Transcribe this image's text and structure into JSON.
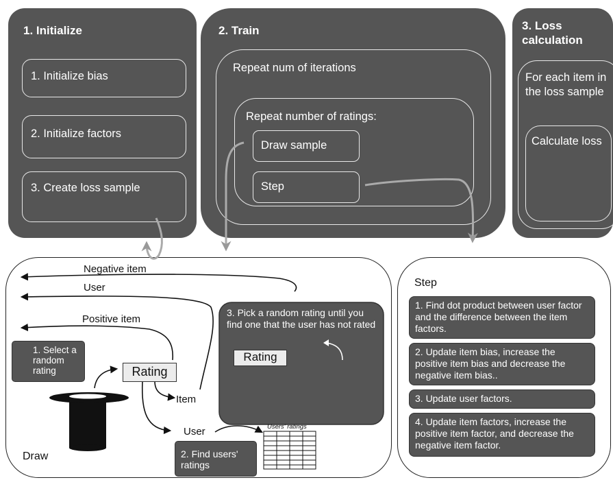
{
  "initialize": {
    "title": "1. Initialize",
    "steps": [
      "1. Initialize bias",
      "2. Initialize factors",
      "3. Create loss sample"
    ]
  },
  "train": {
    "title": "2. Train",
    "outer_loop": "Repeat num of iterations",
    "inner_loop": "Repeat number of ratings:",
    "draw_sample": "Draw sample",
    "step": "Step"
  },
  "loss": {
    "title": "3. Loss calculation",
    "loop": "For each item in the loss sample",
    "calc": "Calculate loss"
  },
  "draw": {
    "label": "Draw",
    "negative_item": "Negative item",
    "user_arrow": "User",
    "positive_item": "Positive item",
    "select_random": "1. Select a random rating",
    "rating": "Rating",
    "item": "Item",
    "user": "User",
    "find_users": "2. Find users' ratings",
    "users_ratings_caption": "Users' ratings",
    "pick_random": "3. Pick a random rating until you find one that the user has not rated",
    "rating_2": "Rating"
  },
  "step_panel": {
    "title": "Step",
    "items": [
      "1. Find dot product between user factor and the difference between the item factors.",
      "2. Update item bias, increase the positive item bias  and decrease the negative item bias..",
      "3. Update user factors.",
      "4. Update item factors, increase the positive item factor, and decrease the negative item factor."
    ]
  }
}
